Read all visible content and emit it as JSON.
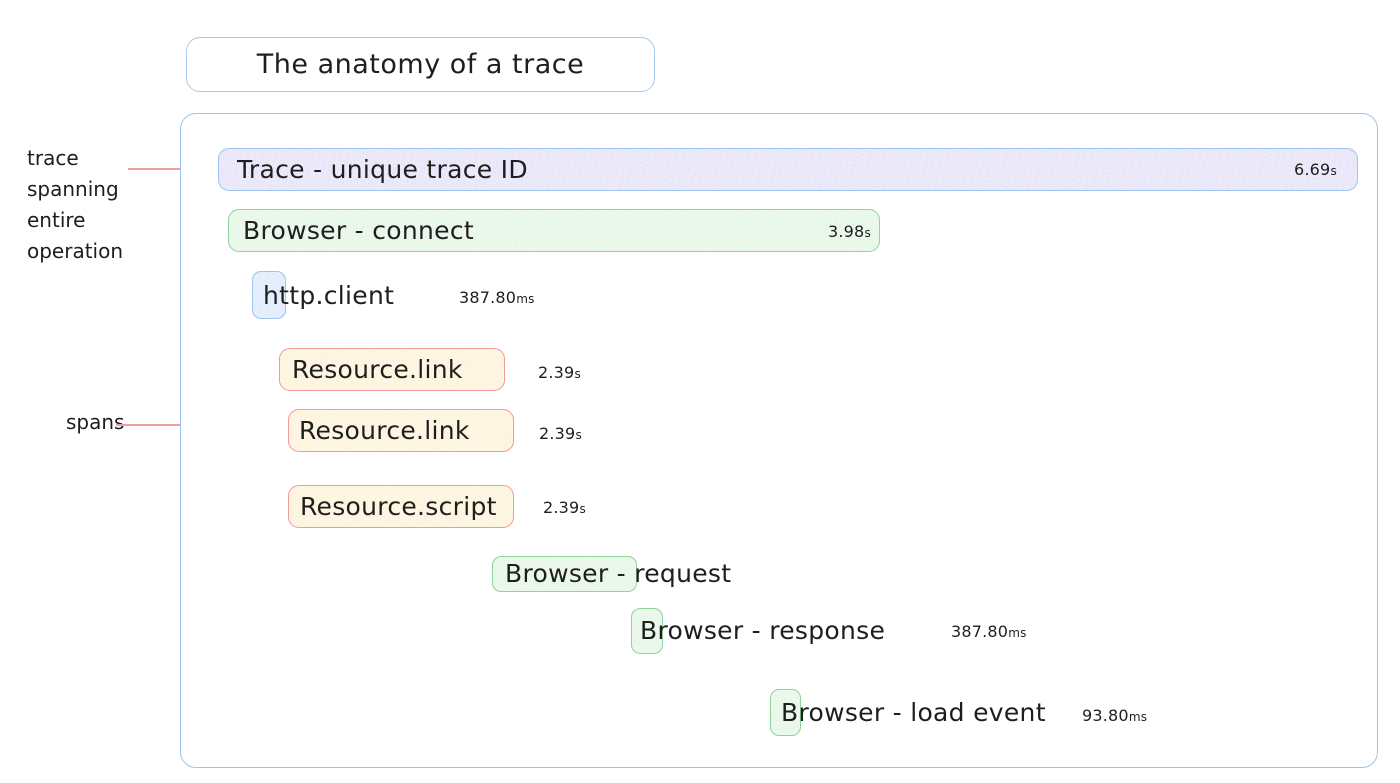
{
  "title": {
    "text": "The anatomy of a trace"
  },
  "annotations": [
    {
      "id": "trace-annotation",
      "text": "trace\nspanning\nentire\noperation"
    },
    {
      "id": "spans-annotation",
      "text": "spans"
    }
  ],
  "colors": {
    "frame_border": "#9ec5ef",
    "trace_fill": "#e3e0f8",
    "trace_border": "#9ec5ef",
    "browser_fill": "#e2f5e3",
    "browser_border": "#8fd49a",
    "http_fill": "#dbe8fb",
    "http_border": "#9ec5ef",
    "resource_fill": "#fdf2d6",
    "resource_border": "#f09a9e",
    "connector_red": "#ef9a9e",
    "text": "#1e1e1e"
  },
  "trace": {
    "root": {
      "label": "Trace - unique trace ID",
      "duration": "6.69",
      "unit": "s",
      "kind": "trace"
    },
    "spans": [
      {
        "label": "Browser - connect",
        "duration": "3.98",
        "unit": "s",
        "kind": "browser"
      },
      {
        "label": "http.client",
        "duration": "387.80",
        "unit": "ms",
        "kind": "http"
      },
      {
        "label": "Resource.link",
        "duration": "2.39",
        "unit": "s",
        "kind": "resource"
      },
      {
        "label": "Resource.link",
        "duration": "2.39",
        "unit": "s",
        "kind": "resource"
      },
      {
        "label": "Resource.script",
        "duration": "2.39",
        "unit": "s",
        "kind": "resource"
      },
      {
        "label": "Browser - request",
        "duration": "",
        "unit": "",
        "kind": "browser"
      },
      {
        "label": "Browser - response",
        "duration": "387.80",
        "unit": "ms",
        "kind": "browser"
      },
      {
        "label": "Browser - load event",
        "duration": "93.80",
        "unit": "ms",
        "kind": "browser"
      }
    ]
  }
}
